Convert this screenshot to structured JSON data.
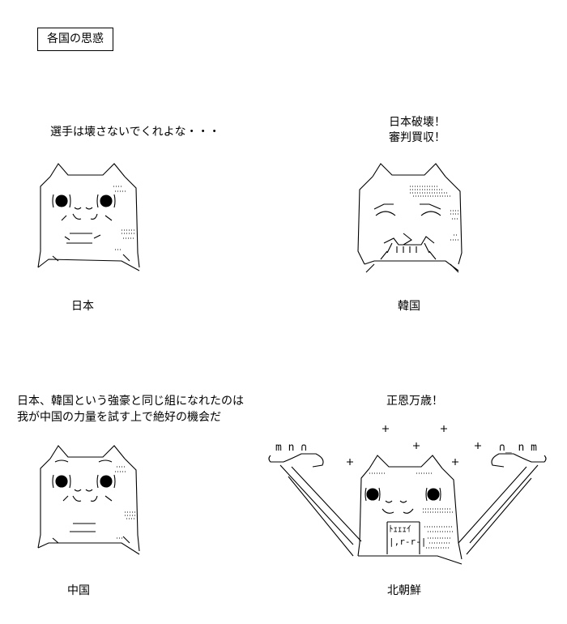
{
  "title": "各国の思惑",
  "japan": {
    "speech": "選手は壊さないでくれよな・・・",
    "label": "日本"
  },
  "korea": {
    "speech_line1": "日本破壊！",
    "speech_line2": "審判買収！",
    "label": "韓国"
  },
  "china": {
    "speech_line1": "日本、韓国という強豪と同じ組になれたのは",
    "speech_line2": "我が中国の力量を試す上で絶好の機会だ",
    "label": "中国"
  },
  "north_korea": {
    "speech": "正恩万歳！",
    "label": "北朝鮮",
    "hands_left": "m n  ∩",
    "hands_right": "∩_  n m",
    "mouth_line1": "ﾄｪｪｪｲ",
    "mouth_line2": "|,r-r-|"
  }
}
